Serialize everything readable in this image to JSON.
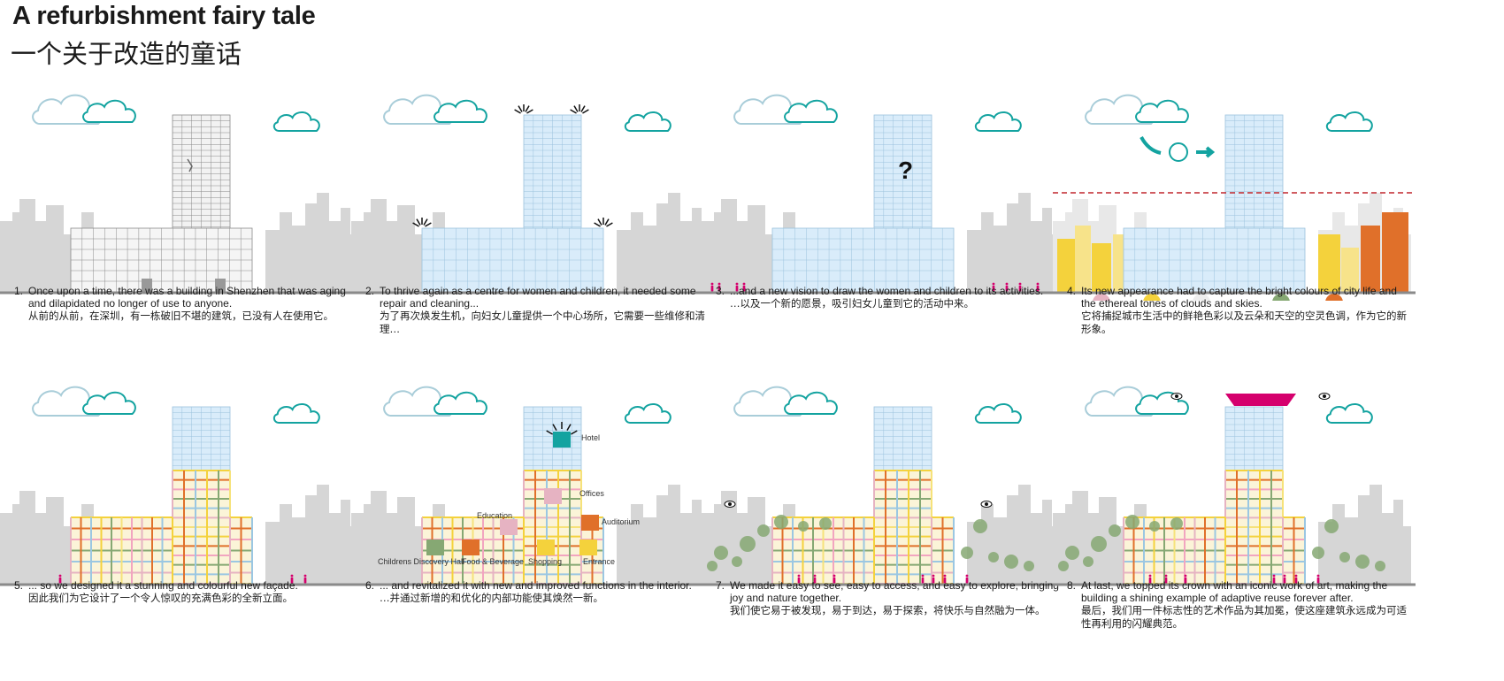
{
  "header": {
    "title": "A refurbishment fairy tale",
    "subtitle": "一个关于改造的童话"
  },
  "panels": [
    {
      "num": "1.",
      "en": "Once upon a time, there was a building in Shenzhen that was aging and dilapidated no longer of use to anyone.",
      "zh": "从前的从前，在深圳，有一栋破旧不堪的建筑，已没有人在使用它。"
    },
    {
      "num": "2.",
      "en": "To thrive again as a centre for women and children, it needed some repair and cleaning...",
      "zh": "为了再次焕发生机，向妇女儿童提供一个中心场所，它需要一些维修和清理…"
    },
    {
      "num": "3.",
      "en": "...and a new vision to draw the women and children to its activities.",
      "zh": "…以及一个新的愿景，吸引妇女儿童到它的活动中来。"
    },
    {
      "num": "4.",
      "en": "Its new appearance had to capture the bright colours of city life and the ethereal tones of clouds and skies.",
      "zh": "它将捕捉城市生活中的鲜艳色彩以及云朵和天空的空灵色调，作为它的新形象。"
    },
    {
      "num": "5.",
      "en": "... so we designed it a stunning and colourful new façade.",
      "zh": "因此我们为它设计了一个令人惊叹的充满色彩的全新立面。"
    },
    {
      "num": "6.",
      "en": "... and revitalized it with new and improved functions in the interior.",
      "zh": "…并通过新增的和优化的内部功能使其焕然一新。"
    },
    {
      "num": "7.",
      "en": "We made it easy to see, easy to access, and easy to explore, bringing joy and nature together.",
      "zh": "我们使它易于被发现，易于到达，易于探索，将快乐与自然融为一体。"
    },
    {
      "num": "8.",
      "en": "At last, we topped its crown with an iconic work of art, making the building a shining example of adaptive reuse forever after.",
      "zh": "最后，我们用一件标志性的艺术作品为其加冕，使这座建筑永远成为可适性再利用的闪耀典范。"
    }
  ],
  "functions": {
    "hotel": "Hotel",
    "offices": "Offices",
    "education": "Education",
    "auditorium": "Auditorium",
    "discovery": "Childrens Discovery Hall",
    "food": "Food & Beverage",
    "shopping": "Shopping",
    "entrance": "Entrance"
  },
  "symbols": {
    "question": "?"
  },
  "colors": {
    "teal": "#13a3a0",
    "cloud_grey": "#a9cdd9",
    "skyline_grey": "#d6d6d6",
    "ground": "#8a8a8a",
    "glass_blue": "#d9ecfa",
    "magenta": "#d5006d",
    "yellow": "#f4d23c",
    "orange": "#e0702a",
    "green": "#86a873",
    "pink": "#e6b3c2",
    "red_dash": "#c0272d"
  },
  "icons": [
    "cloud-icon",
    "person-icon",
    "eye-icon",
    "hotel-icon",
    "office-icon",
    "education-icon",
    "auditorium-icon",
    "discovery-icon",
    "food-icon",
    "shopping-icon",
    "entrance-icon",
    "arrow-icon",
    "question-icon"
  ]
}
